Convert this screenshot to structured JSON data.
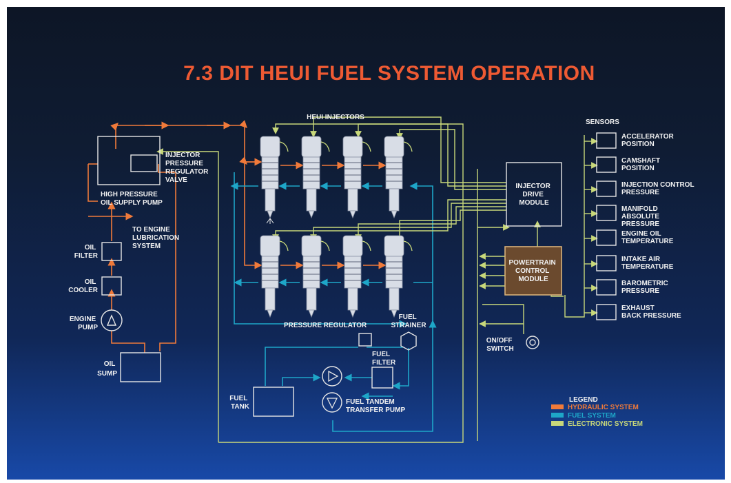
{
  "title": "7.3 DIT HEUI FUEL SYSTEM OPERATION",
  "labels": {
    "heui_injectors": "HEUI INJECTORS",
    "sensors": "SENSORS",
    "injector_pressure_regulator_valve": [
      "INJECTOR",
      "PRESSURE",
      "REGULATOR",
      "VALVE"
    ],
    "high_pressure_oil_supply_pump": [
      "HIGH PRESSURE",
      "OIL SUPPLY PUMP"
    ],
    "to_engine_lubrication_system": [
      "TO ENGINE",
      "LUBRICATION",
      "SYSTEM"
    ],
    "oil_filter": [
      "OIL",
      "FILTER"
    ],
    "oil_cooler": [
      "OIL",
      "COOLER"
    ],
    "engine_pump": [
      "ENGINE",
      "PUMP"
    ],
    "oil_sump": [
      "OIL",
      "SUMP"
    ],
    "injector_drive_module": [
      "INJECTOR",
      "DRIVE",
      "MODULE"
    ],
    "powertrain_control_module": [
      "POWERTRAIN",
      "CONTROL",
      "MODULE"
    ],
    "pressure_regulator": "PRESSURE REGULATOR",
    "fuel_strainer": [
      "FUEL",
      "STRAINER"
    ],
    "fuel_filter": [
      "FUEL",
      "FILTER"
    ],
    "fuel_tank": [
      "FUEL",
      "TANK"
    ],
    "fuel_tandem_transfer_pump": [
      "FUEL TANDEM",
      "TRANSFER PUMP"
    ],
    "on_off_switch": [
      "ON/OFF",
      "SWITCH"
    ]
  },
  "sensors": [
    [
      "ACCELERATOR",
      "POSITION"
    ],
    [
      "CAMSHAFT",
      "POSITION"
    ],
    [
      "INJECTION CONTROL",
      "PRESSURE"
    ],
    [
      "MANIFOLD",
      "ABSOLUTE",
      "PRESSURE"
    ],
    [
      "ENGINE OIL",
      "TEMPERATURE"
    ],
    [
      "INTAKE AIR",
      "TEMPERATURE"
    ],
    [
      "BAROMETRIC",
      "PRESSURE"
    ],
    [
      "EXHAUST",
      "BACK PRESSURE"
    ]
  ],
  "legend": {
    "title": "LEGEND",
    "items": [
      {
        "label": "HYDRAULIC SYSTEM",
        "color": "#f07a3a"
      },
      {
        "label": "FUEL SYSTEM",
        "color": "#1ea6c8"
      },
      {
        "label": "ELECTRONIC SYSTEM",
        "color": "#c8d87a"
      }
    ]
  },
  "colors": {
    "title": "#ee5a33",
    "hydraulic": "#f07a3a",
    "fuel": "#1ea6c8",
    "electronic": "#c8d87a",
    "pcm_fill": "#6b4a2e"
  }
}
